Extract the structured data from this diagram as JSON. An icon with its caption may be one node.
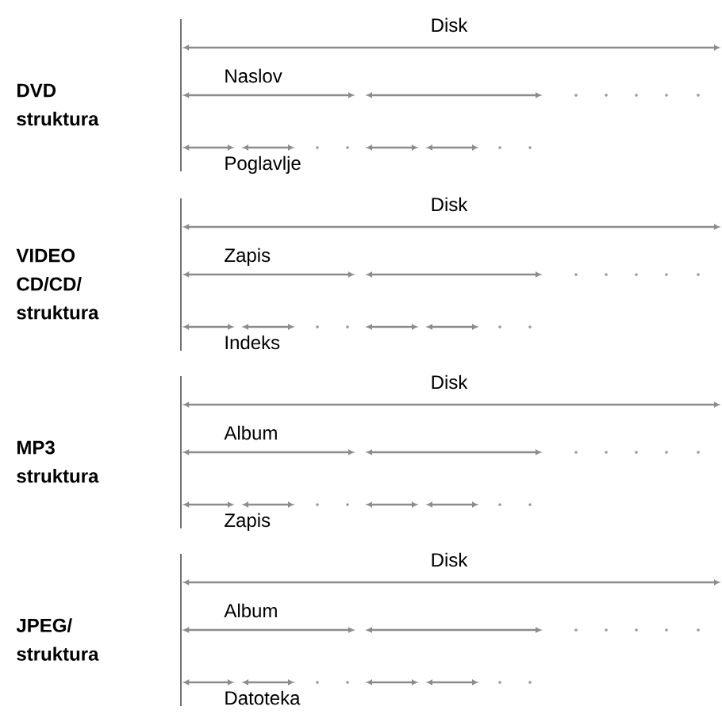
{
  "diagram": {
    "labels": [
      "DVD struktura",
      "Disk",
      "Naslov",
      "Poglavlje",
      "VIDEO CD/CD/ struktura",
      "Disk",
      "Zapis",
      "Indeks",
      "MP3 struktura",
      "Disk",
      "Album",
      "Zapis",
      "JPEG/ struktura",
      "Disk",
      "Album",
      "Datoteka"
    ]
  }
}
